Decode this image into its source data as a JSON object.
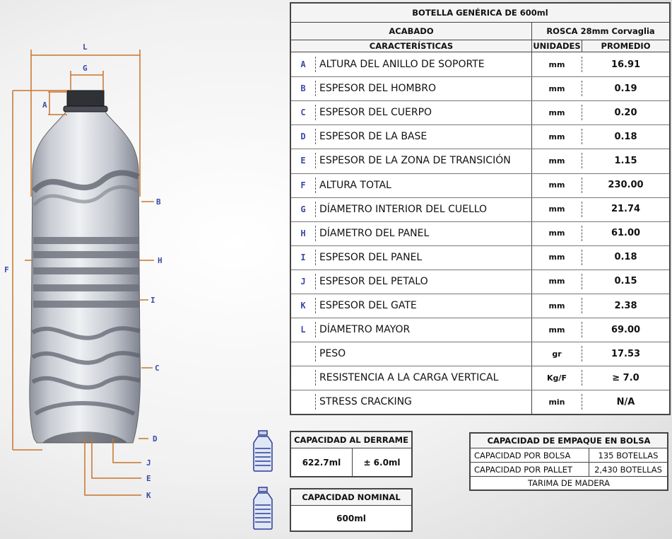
{
  "title": "BOTELLA GENÉRICA DE 600ml",
  "acabado_label": "ACABADO",
  "acabado_value": "ROSCA 28mm Corvaglia",
  "headers": {
    "caracteristicas": "CARACTERÍSTICAS",
    "unidades": "UNIDADES",
    "promedio": "PROMEDIO"
  },
  "rows": [
    {
      "letter": "A",
      "name": "ALTURA DEL ANILLO DE SOPORTE",
      "unit": "mm",
      "value": "16.91"
    },
    {
      "letter": "B",
      "name": "ESPESOR DEL HOMBRO",
      "unit": "mm",
      "value": "0.19"
    },
    {
      "letter": "C",
      "name": "ESPESOR DEL CUERPO",
      "unit": "mm",
      "value": "0.20"
    },
    {
      "letter": "D",
      "name": "ESPESOR DE LA BASE",
      "unit": "mm",
      "value": "0.18"
    },
    {
      "letter": "E",
      "name": "ESPESOR DE LA ZONA DE TRANSICIÓN",
      "unit": "mm",
      "value": "1.15"
    },
    {
      "letter": "F",
      "name": "ALTURA TOTAL",
      "unit": "mm",
      "value": "230.00"
    },
    {
      "letter": "G",
      "name": "DÍAMETRO INTERIOR DEL CUELLO",
      "unit": "mm",
      "value": "21.74"
    },
    {
      "letter": "H",
      "name": "DÍAMETRO DEL PANEL",
      "unit": "mm",
      "value": "61.00"
    },
    {
      "letter": "I",
      "name": "ESPESOR DEL PANEL",
      "unit": "mm",
      "value": "0.18"
    },
    {
      "letter": "J",
      "name": "ESPESOR DEL PETALO",
      "unit": "mm",
      "value": "0.15"
    },
    {
      "letter": "K",
      "name": "ESPESOR DEL GATE",
      "unit": "mm",
      "value": "2.38"
    },
    {
      "letter": "L",
      "name": "DÍAMETRO MAYOR",
      "unit": "mm",
      "value": "69.00"
    },
    {
      "letter": "",
      "name": "PESO",
      "unit": "gr",
      "value": "17.53"
    },
    {
      "letter": "",
      "name": "RESISTENCIA A LA CARGA VERTICAL",
      "unit": "Kg/F",
      "value": "≥ 7.0"
    },
    {
      "letter": "",
      "name": "STRESS CRACKING",
      "unit": "min",
      "value": "N/A"
    }
  ],
  "derrame": {
    "title": "CAPACIDAD AL DERRAME",
    "value": "622.7ml",
    "tolerance": "± 6.0ml"
  },
  "nominal": {
    "title": "CAPACIDAD NOMINAL",
    "value": "600ml"
  },
  "empaque": {
    "title": "CAPACIDAD DE EMPAQUE EN BOLSA",
    "rows": [
      {
        "label": "CAPACIDAD POR BOLSA",
        "value": "135 BOTELLAS"
      },
      {
        "label": "CAPACIDAD POR PALLET",
        "value": "2,430 BOTELLAS"
      }
    ],
    "footer": "TARIMA DE MADERA"
  },
  "diagram_labels": [
    "L",
    "G",
    "A",
    "B",
    "H",
    "I",
    "C",
    "D",
    "J",
    "E",
    "K",
    "F"
  ]
}
